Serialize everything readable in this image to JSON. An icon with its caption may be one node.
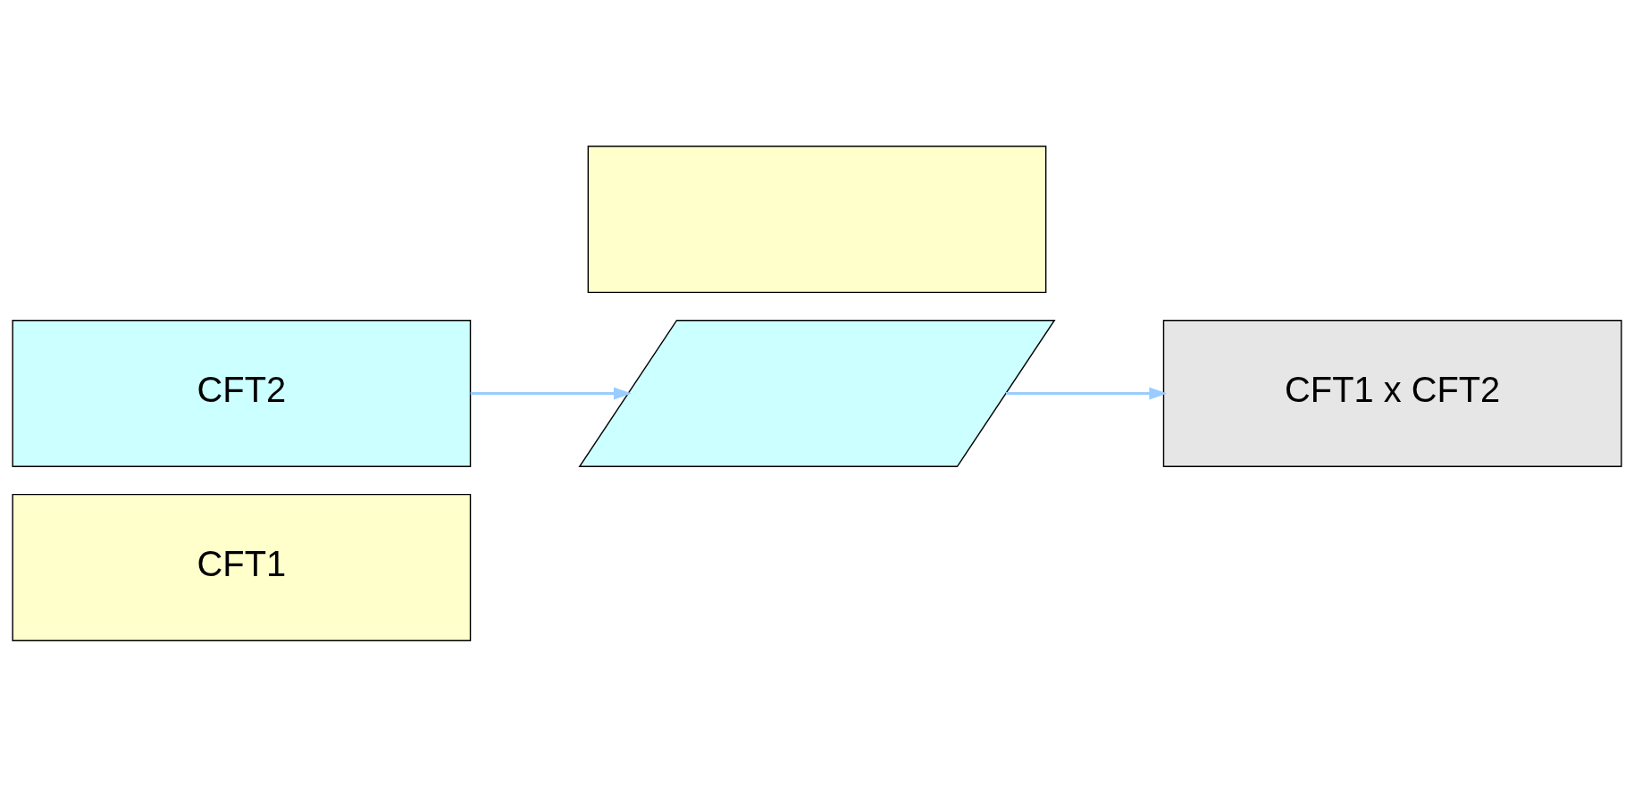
{
  "diagram": {
    "nodes": [
      {
        "text": [
          "CFT1"
        ]
      },
      {
        "text": [
          "CFT2"
        ]
      },
      {
        "text": [],
        "shape": "box"
      },
      {
        "text": [],
        "shape": "parallelogram"
      },
      {
        "text": [
          "CFT1 x CFT2"
        ]
      }
    ],
    "edges": [
      {
        "from": 1,
        "to": 3,
        "arrow": "to"
      },
      {
        "from": 3,
        "to": 4,
        "arrow": "to"
      }
    ]
  }
}
